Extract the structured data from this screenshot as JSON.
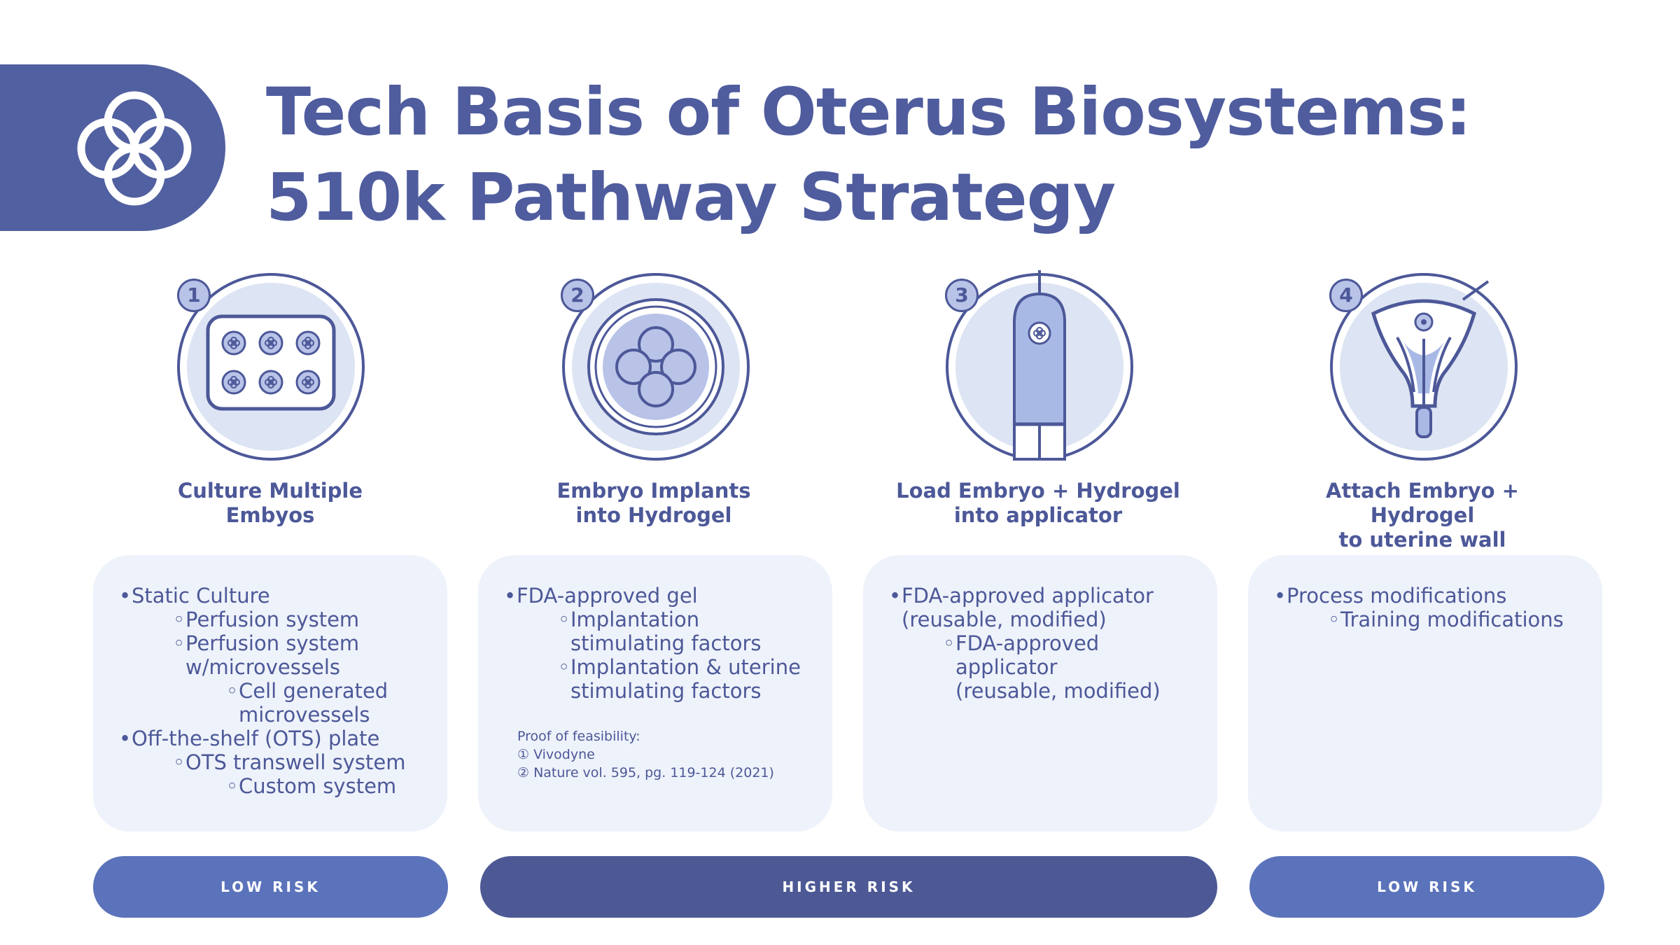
{
  "title": {
    "line1": "Tech Basis of Oterus Biosystems:",
    "line2": "510k Pathway Strategy"
  },
  "steps": [
    {
      "number": "1",
      "label_line1": "Culture Multiple",
      "label_line2": "Embyos",
      "icon": "culture-plate-icon",
      "bullets": [
        {
          "level": 1,
          "text": "Static Culture"
        },
        {
          "level": 2,
          "text": "Perfusion system"
        },
        {
          "level": 2,
          "text": "Perfusion system"
        },
        {
          "level": 2,
          "text": "w/microvessels"
        },
        {
          "level": 3,
          "text": "Cell generated"
        },
        {
          "level": 3,
          "text": "microvessels"
        },
        {
          "level": 1,
          "text": "Off-the-shelf (OTS) plate"
        },
        {
          "level": 2,
          "text": "OTS transwell system"
        },
        {
          "level": 3,
          "text": "Custom system"
        }
      ]
    },
    {
      "number": "2",
      "label_line1": "Embryo Implants",
      "label_line2": "into Hydrogel",
      "icon": "hydrogel-dish-icon",
      "bullets": [
        {
          "level": 1,
          "text": "FDA-approved gel"
        },
        {
          "level": 2,
          "text": "Implantation"
        },
        {
          "level": 2,
          "text": "stimulating factors"
        },
        {
          "level": 2,
          "text": "Implantation & uterine"
        },
        {
          "level": 2,
          "text": "stimulating factors"
        }
      ],
      "proof": {
        "heading": "Proof of feasibility:",
        "item1": "① Vivodyne",
        "item2": "② Nature vol. 595, pg. 119-124 (2021)"
      }
    },
    {
      "number": "3",
      "label_line1": "Load Embryo + Hydrogel",
      "label_line2": "into applicator",
      "icon": "applicator-icon",
      "bullets": [
        {
          "level": 1,
          "text": "FDA-approved applicator"
        },
        {
          "level": 1,
          "text": "(reusable, modified)"
        },
        {
          "level": 2,
          "text": "FDA-approved"
        },
        {
          "level": 2,
          "text": "applicator"
        },
        {
          "level": 2,
          "text": "(reusable, modified)"
        }
      ]
    },
    {
      "number": "4",
      "label_line1": "Attach Embryo + Hydrogel",
      "label_line2": "to uterine wall",
      "icon": "uterus-icon",
      "bullets": [
        {
          "level": 1,
          "text": "Process modifications"
        },
        {
          "level": 2,
          "text": "Training modifications"
        }
      ]
    }
  ],
  "risks": {
    "left": "LOW RISK",
    "middle": "HIGHER RISK",
    "right": "LOW RISK"
  },
  "colors": {
    "primary": "#4c5898",
    "risk_low": "#5b73bb",
    "risk_high": "#4d5995",
    "card_bg": "#eef2fa",
    "icon_fill": "#dde4f3",
    "accent_light": "#b9c3e8"
  }
}
